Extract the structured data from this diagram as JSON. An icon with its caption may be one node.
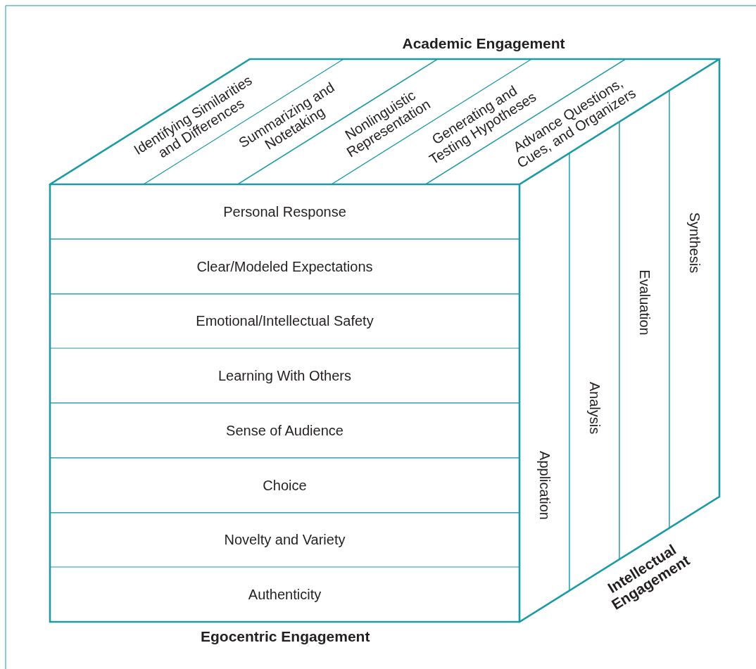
{
  "diagram": {
    "nodes": [
      {
        "text": [
          "Identifying Similarities and Differences"
        ]
      },
      {
        "text": [
          "Summarizing and Notetaking"
        ]
      },
      {
        "text": [
          "Nonlinguistic Representation"
        ]
      },
      {
        "text": [
          "Generating and Testing Hypotheses"
        ]
      },
      {
        "text": [
          "Advance Questions, Cues, and Organizers"
        ]
      },
      {
        "text": [
          "Personal Response"
        ]
      },
      {
        "text": [
          "Clear/Modeled Expectations"
        ]
      },
      {
        "text": [
          "Emotional/Intellectual Safety"
        ]
      },
      {
        "text": [
          "Learning With Others"
        ]
      },
      {
        "text": [
          "Sense of Audience"
        ]
      },
      {
        "text": [
          "Choice"
        ]
      },
      {
        "text": [
          "Novelty and Variety"
        ]
      },
      {
        "text": [
          "Authenticity"
        ]
      },
      {
        "text": [
          "Application"
        ]
      },
      {
        "text": [
          "Analysis"
        ]
      },
      {
        "text": [
          "Evaluation"
        ]
      },
      {
        "text": [
          "Synthesis"
        ]
      }
    ],
    "labels": [
      "Academic Engagement",
      "Egocentric Engagement",
      "Intellectual Engagement"
    ]
  }
}
